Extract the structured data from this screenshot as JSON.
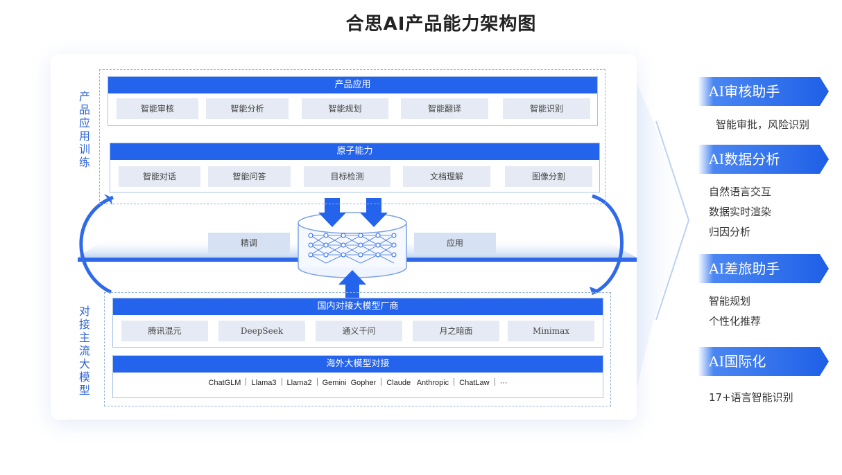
{
  "title": "合思AI产品能力架构图",
  "left_labels": {
    "top": "产品应用训练",
    "bottom": "对接主流大模型"
  },
  "product_apps": {
    "header": "产品应用",
    "items": [
      "智能审核",
      "智能分析",
      "智能规划",
      "智能翻译",
      "智能识别"
    ]
  },
  "atomic_capabilities": {
    "header": "原子能力",
    "items": [
      "智能对话",
      "智能问答",
      "目标检测",
      "文档理解",
      "图像分割"
    ]
  },
  "middle": {
    "left_chip": "精调",
    "right_chip": "应用"
  },
  "domestic_models": {
    "header": "国内对接大模型厂商",
    "items": [
      "腾讯混元",
      "DeepSeek",
      "通义千问",
      "月之暗面",
      "Minimax"
    ]
  },
  "overseas_models": {
    "header": "海外大模型对接",
    "items": [
      "ChatGLM",
      "Llama3",
      "Llama2",
      "Gemini  Gopher",
      "Claude   Anthropic",
      "ChatLaw",
      "···"
    ]
  },
  "features": [
    {
      "title": "AI审核助手",
      "lines": [
        "智能审批，风险识别"
      ]
    },
    {
      "title": "AI数据分析",
      "lines": [
        "自然语言交互",
        "数据实时渲染",
        "归因分析"
      ]
    },
    {
      "title": "AI差旅助手",
      "lines": [
        "智能规划",
        "个性化推荐"
      ]
    },
    {
      "title": "AI国际化",
      "lines": [
        "17+语言智能识别"
      ]
    }
  ],
  "colors": {
    "primary_blue": "#2463ec",
    "label_blue": "#2b63d9",
    "chip_bg": "#e5eaf4",
    "dashed_border": "#8fb2de"
  },
  "icons": [
    "neural-network-cylinder-icon",
    "down-arrow-icon",
    "up-arrow-icon",
    "cycle-arrow-icon",
    "tab-arrow-icon"
  ]
}
